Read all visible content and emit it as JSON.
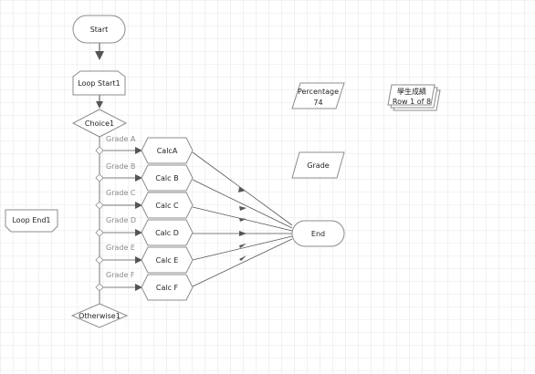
{
  "nodes": {
    "start": "Start",
    "loop_start": "Loop Start1",
    "choice": "Choice1",
    "loop_end": "Loop End1",
    "otherwise": "Otherwise1",
    "end": "End",
    "percentage_label": "Percentage",
    "percentage_value": "74",
    "grade": "Grade",
    "record_title": "學生成績",
    "record_row": "Row 1 of 8"
  },
  "branches": [
    {
      "condition": "Grade A",
      "calc": "CalcA"
    },
    {
      "condition": "Grade B",
      "calc": "Calc B"
    },
    {
      "condition": "Grade C",
      "calc": "Calc C"
    },
    {
      "condition": "Grade D",
      "calc": "Calc D"
    },
    {
      "condition": "Grade E",
      "calc": "Calc E"
    },
    {
      "condition": "Grade F",
      "calc": "Calc F"
    }
  ],
  "colors": {
    "grid": "#d2d2d2",
    "shape_stroke": "#8c8c8c",
    "arrow": "#555555"
  }
}
